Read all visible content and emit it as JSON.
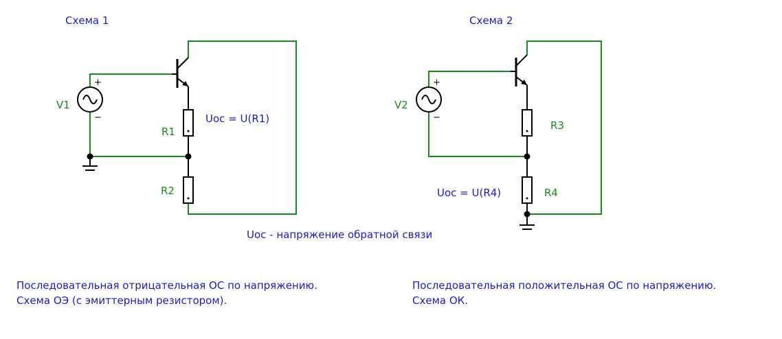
{
  "colors": {
    "wire": "#1a8a1a",
    "component": "#000000",
    "note_text": "#1a1ad6",
    "component_label": "#1a8a1a"
  },
  "schematic1": {
    "title": "Схема 1",
    "source_label": "V1",
    "source_plus": "+",
    "source_minus": "−",
    "r_top": "R1",
    "r_bottom": "R2",
    "feedback": "Uос = U(R1)",
    "description_line1": "Последовательная отрицательная ОС по напряжению.",
    "description_line2": "Схема ОЭ (с эмиттерным резистором)."
  },
  "schematic2": {
    "title": "Схема 2",
    "source_label": "V2",
    "source_plus": "+",
    "source_minus": "−",
    "r_top": "R3",
    "r_bottom": "R4",
    "feedback": "Uос = U(R4)",
    "description_line1": "Последовательная положительная ОС по напряжению.",
    "description_line2": "Схема ОК."
  },
  "note": "Uос - напряжение обратной связи"
}
